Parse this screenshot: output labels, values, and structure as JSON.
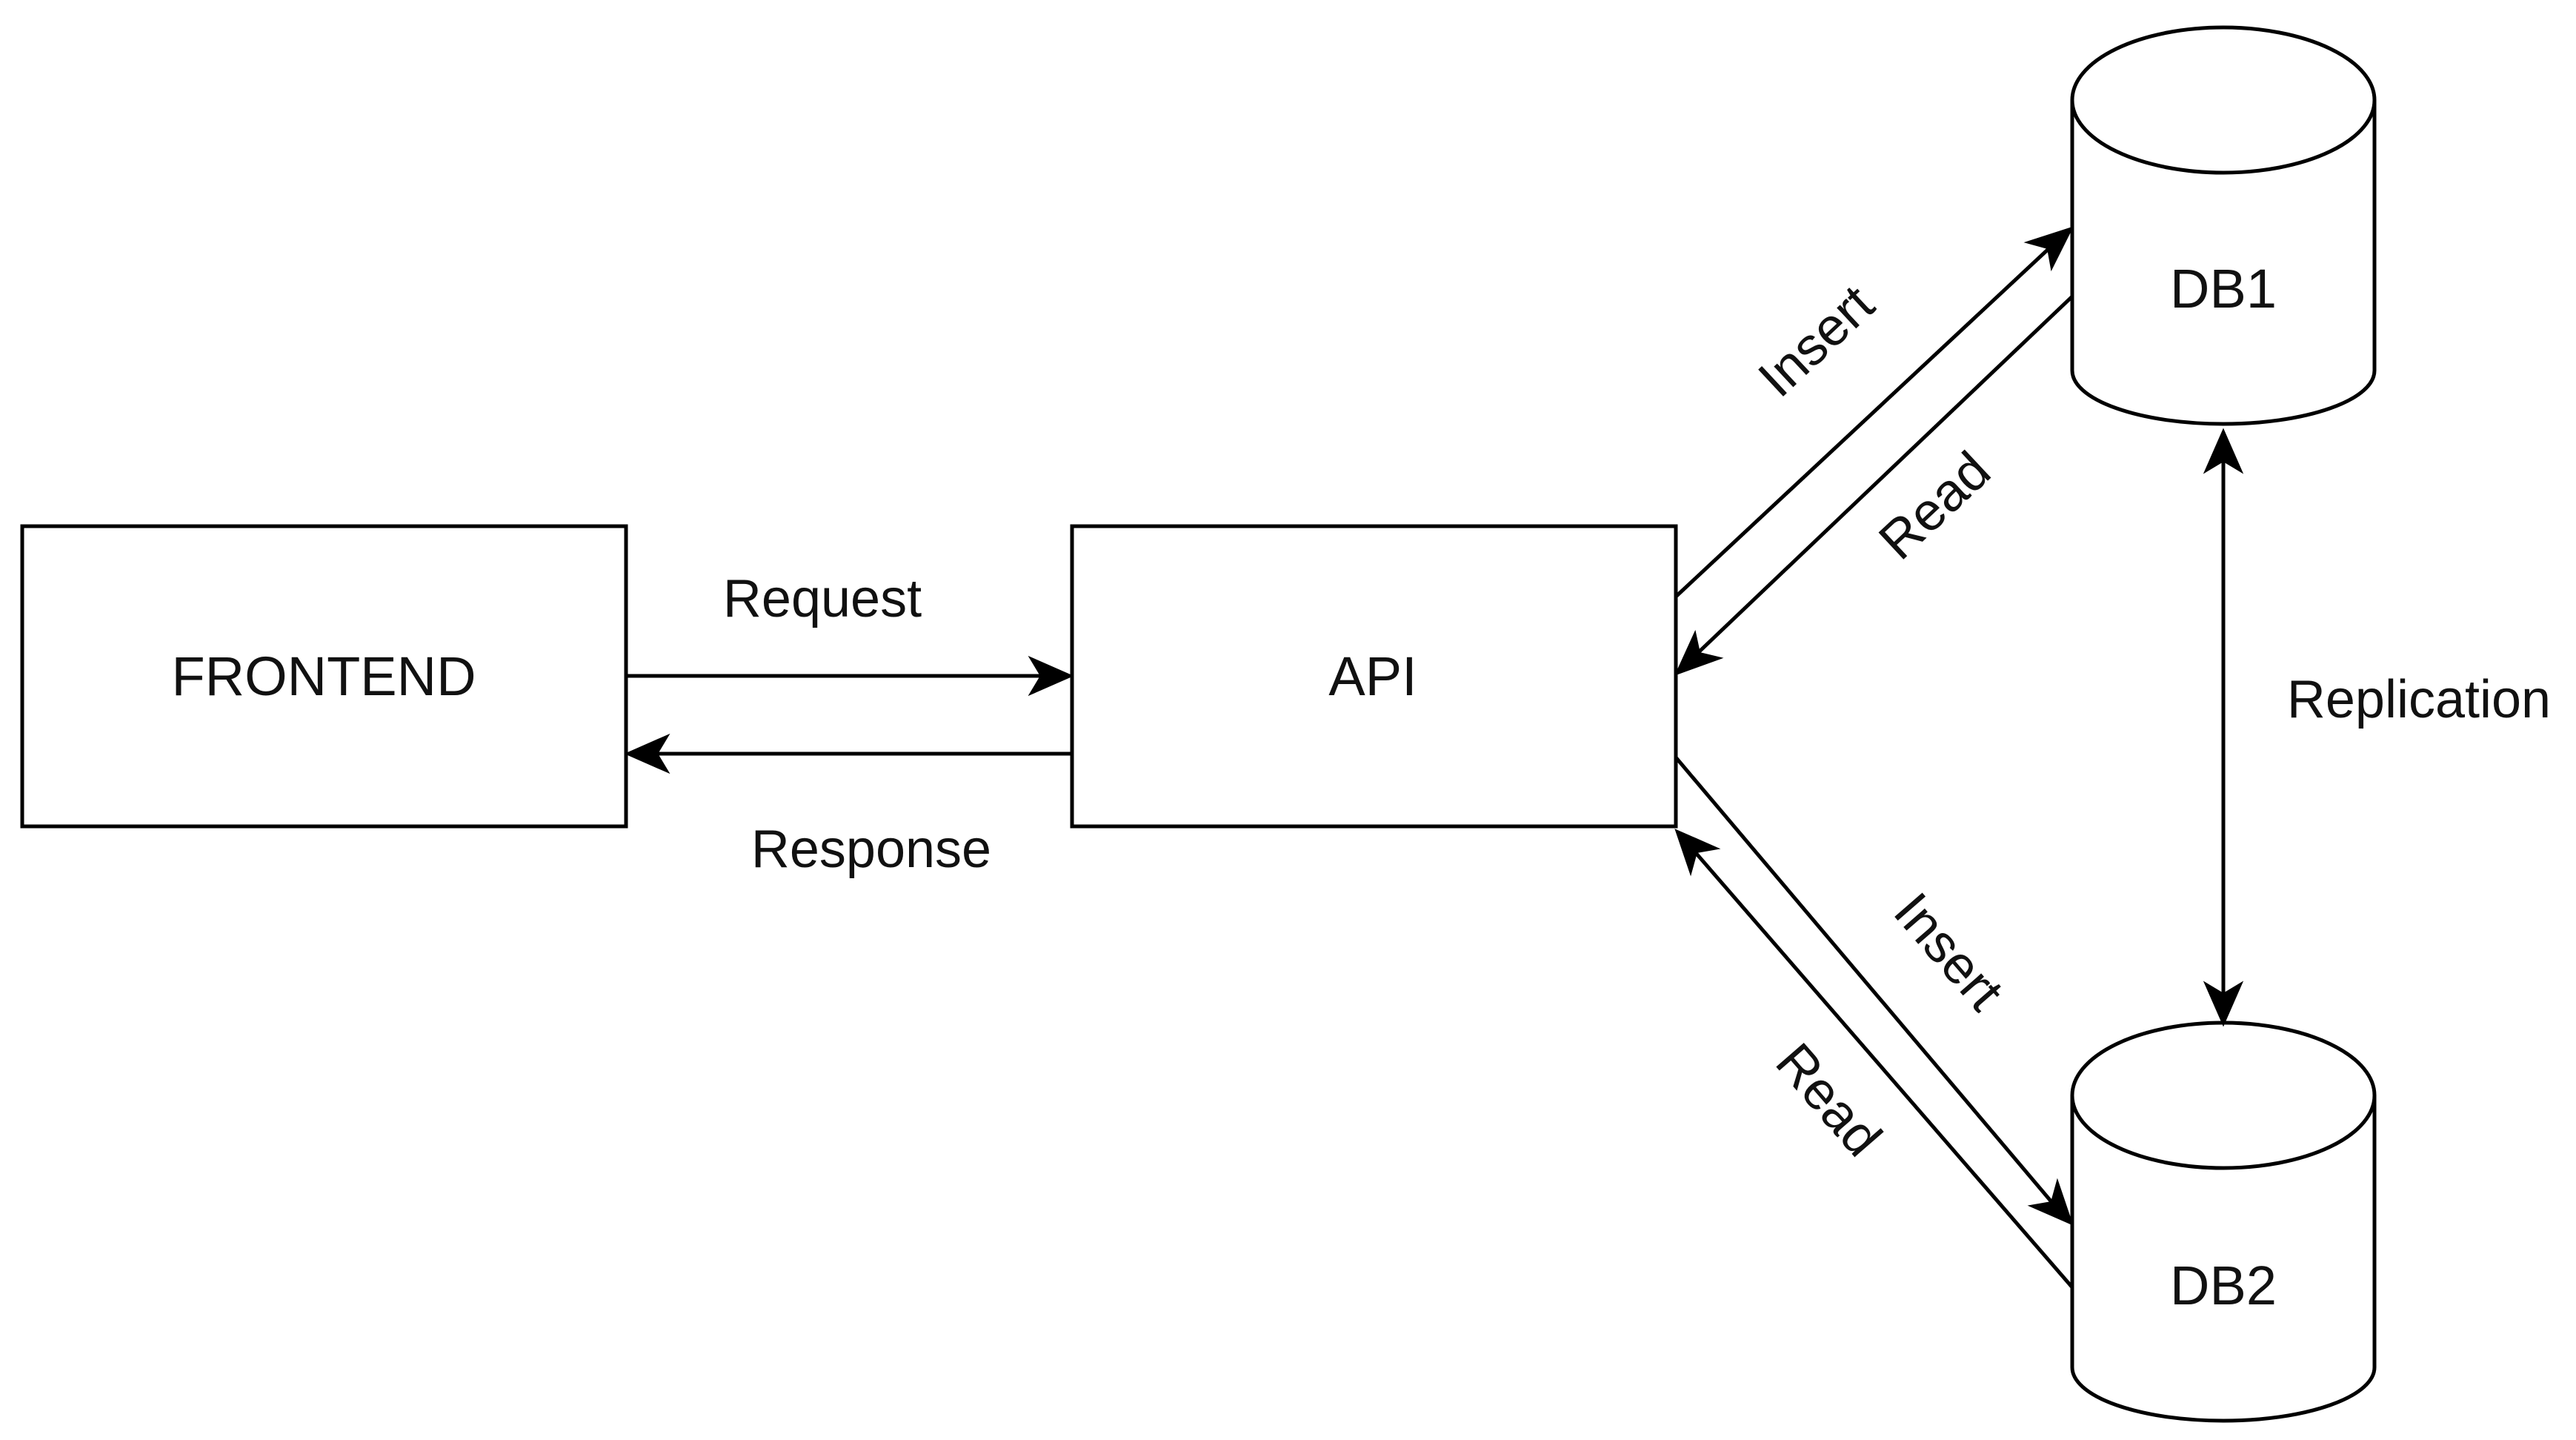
{
  "diagram": {
    "nodes": {
      "frontend": "FRONTEND",
      "api": "API",
      "db1": "DB1",
      "db2": "DB2"
    },
    "edges": {
      "request": "Request",
      "response": "Response",
      "insert_db1": "Insert",
      "read_db1": "Read",
      "insert_db2": "Insert",
      "read_db2": "Read",
      "replication": "Replication"
    }
  },
  "colors": {
    "stroke": "#000000",
    "background": "#ffffff",
    "text": "#111111"
  }
}
